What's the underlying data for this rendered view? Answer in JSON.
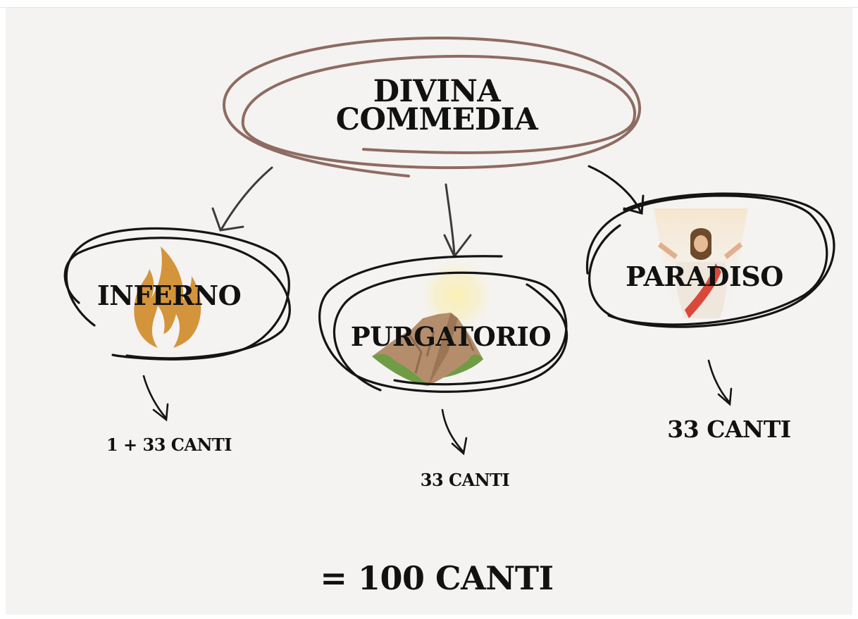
{
  "title": {
    "line1": "DIVINA",
    "line2": "COMMEDIA"
  },
  "inferno": {
    "label": "INFERNO",
    "count": "1 + 33 CANTI"
  },
  "purgatorio": {
    "label": "PURGATORIO",
    "count": "33 CANTI"
  },
  "paradiso": {
    "label": "PARADISO",
    "count": "33 CANTI"
  },
  "total": "= 100 CANTI",
  "colors": {
    "background": "#f4f3f1",
    "title_scribble": "#8e6b62",
    "scribble": "#141414",
    "arrow": "#3b3b3b",
    "flame": "#d4943c",
    "sun": "#f7e7a0",
    "mountain": "#b48e6c",
    "grass": "#6f9c45",
    "robe": "#d9493b"
  },
  "icons": [
    "flame-icon",
    "mountain-sun-icon",
    "risen-christ-icon"
  ]
}
